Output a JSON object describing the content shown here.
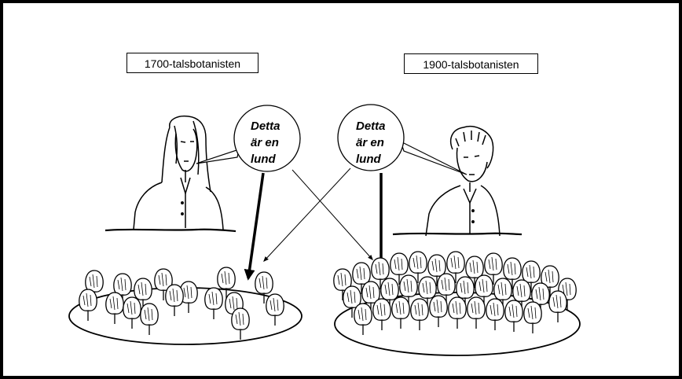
{
  "labels": {
    "left": "1700-talsbotanisten",
    "right": "1900-talsbotanisten"
  },
  "speech": {
    "left": [
      "Detta",
      "är en",
      "lund"
    ],
    "right": [
      "Detta",
      "är en",
      "lund"
    ]
  }
}
